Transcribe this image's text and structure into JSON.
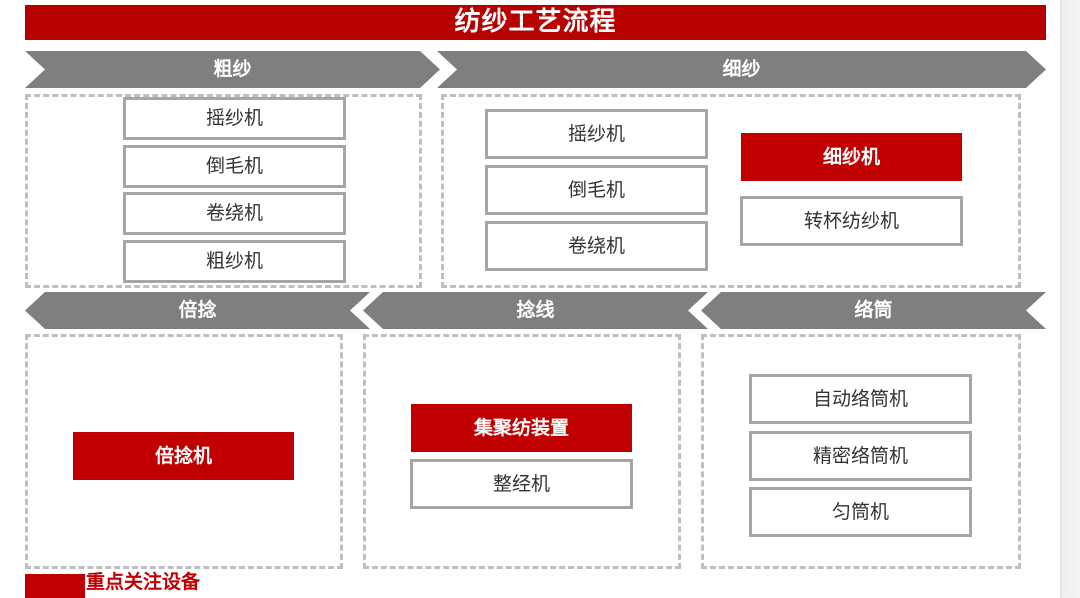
{
  "title": "纺纱工艺流程",
  "stages": {
    "roving": "粗纱",
    "spinning": "细纱",
    "doubling": "倍捻",
    "twisting": "捻线",
    "winding": "络筒"
  },
  "roving_machines": [
    "摇纱机",
    "倒毛机",
    "卷绕机",
    "粗纱机"
  ],
  "spinning_machines_left": [
    "摇纱机",
    "倒毛机",
    "卷绕机"
  ],
  "spinning_machines_right": [
    "细纱机",
    "转杯纺纱机"
  ],
  "doubling_machines": [
    "倍捻机"
  ],
  "twisting_machines": [
    "集聚纺装置",
    "整经机"
  ],
  "winding_machines": [
    "自动络筒机",
    "精密络筒机",
    "匀筒机"
  ],
  "legend": {
    "label": "重点关注设备",
    "color": "#c00000"
  },
  "colors": {
    "title": "#b70000",
    "highlight": "#c00000",
    "arrow": "#7f7f7f",
    "border": "#a6a6a6"
  }
}
